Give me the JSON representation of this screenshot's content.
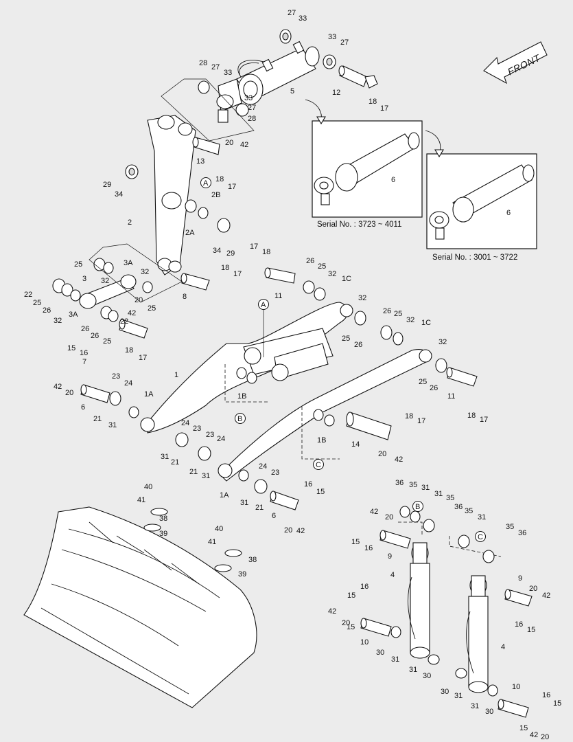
{
  "front_label": "FRONT",
  "serial_1": "Serial No. : 3723 ~ 4011",
  "serial_2": "Serial No. : 3001 ~ 3722",
  "circle_A": "A",
  "circle_B": "B",
  "circle_C": "C",
  "labels": [
    "27",
    "33",
    "33",
    "27",
    "28",
    "27",
    "33",
    "5",
    "12",
    "18",
    "17",
    "33",
    "27",
    "28",
    "20",
    "42",
    "13",
    "18",
    "17",
    "29",
    "34",
    "A",
    "2B",
    "2",
    "2A",
    "34",
    "29",
    "6",
    "6",
    "17",
    "18",
    "26",
    "25",
    "32",
    "11",
    "1C",
    "18",
    "17",
    "25",
    "3A",
    "32",
    "3",
    "32",
    "8",
    "22",
    "25",
    "26",
    "3A",
    "20",
    "25",
    "42",
    "32",
    "26",
    "26",
    "25",
    "22",
    "7",
    "18",
    "17",
    "32",
    "25",
    "26",
    "26",
    "25",
    "32",
    "1C",
    "A",
    "1",
    "15",
    "16",
    "42",
    "20",
    "6",
    "23",
    "24",
    "21",
    "31",
    "1A",
    "1B",
    "B",
    "32",
    "25",
    "26",
    "11",
    "18",
    "17",
    "24",
    "23",
    "31",
    "21",
    "23",
    "24",
    "21",
    "31",
    "14",
    "18",
    "17",
    "1B",
    "20",
    "42",
    "C",
    "24",
    "23",
    "1A",
    "31",
    "21",
    "16",
    "15",
    "6",
    "20",
    "42",
    "40",
    "41",
    "38",
    "39",
    "40",
    "41",
    "38",
    "39",
    "36",
    "35",
    "31",
    "42",
    "20",
    "B",
    "31",
    "35",
    "36",
    "35",
    "31",
    "C",
    "35",
    "36",
    "15",
    "16",
    "9",
    "4",
    "16",
    "15",
    "42",
    "20",
    "15",
    "10",
    "30",
    "31",
    "31",
    "30",
    "9",
    "20",
    "42",
    "16",
    "15",
    "4",
    "30",
    "31",
    "10",
    "31",
    "30",
    "16",
    "15",
    "15",
    "42",
    "20"
  ]
}
